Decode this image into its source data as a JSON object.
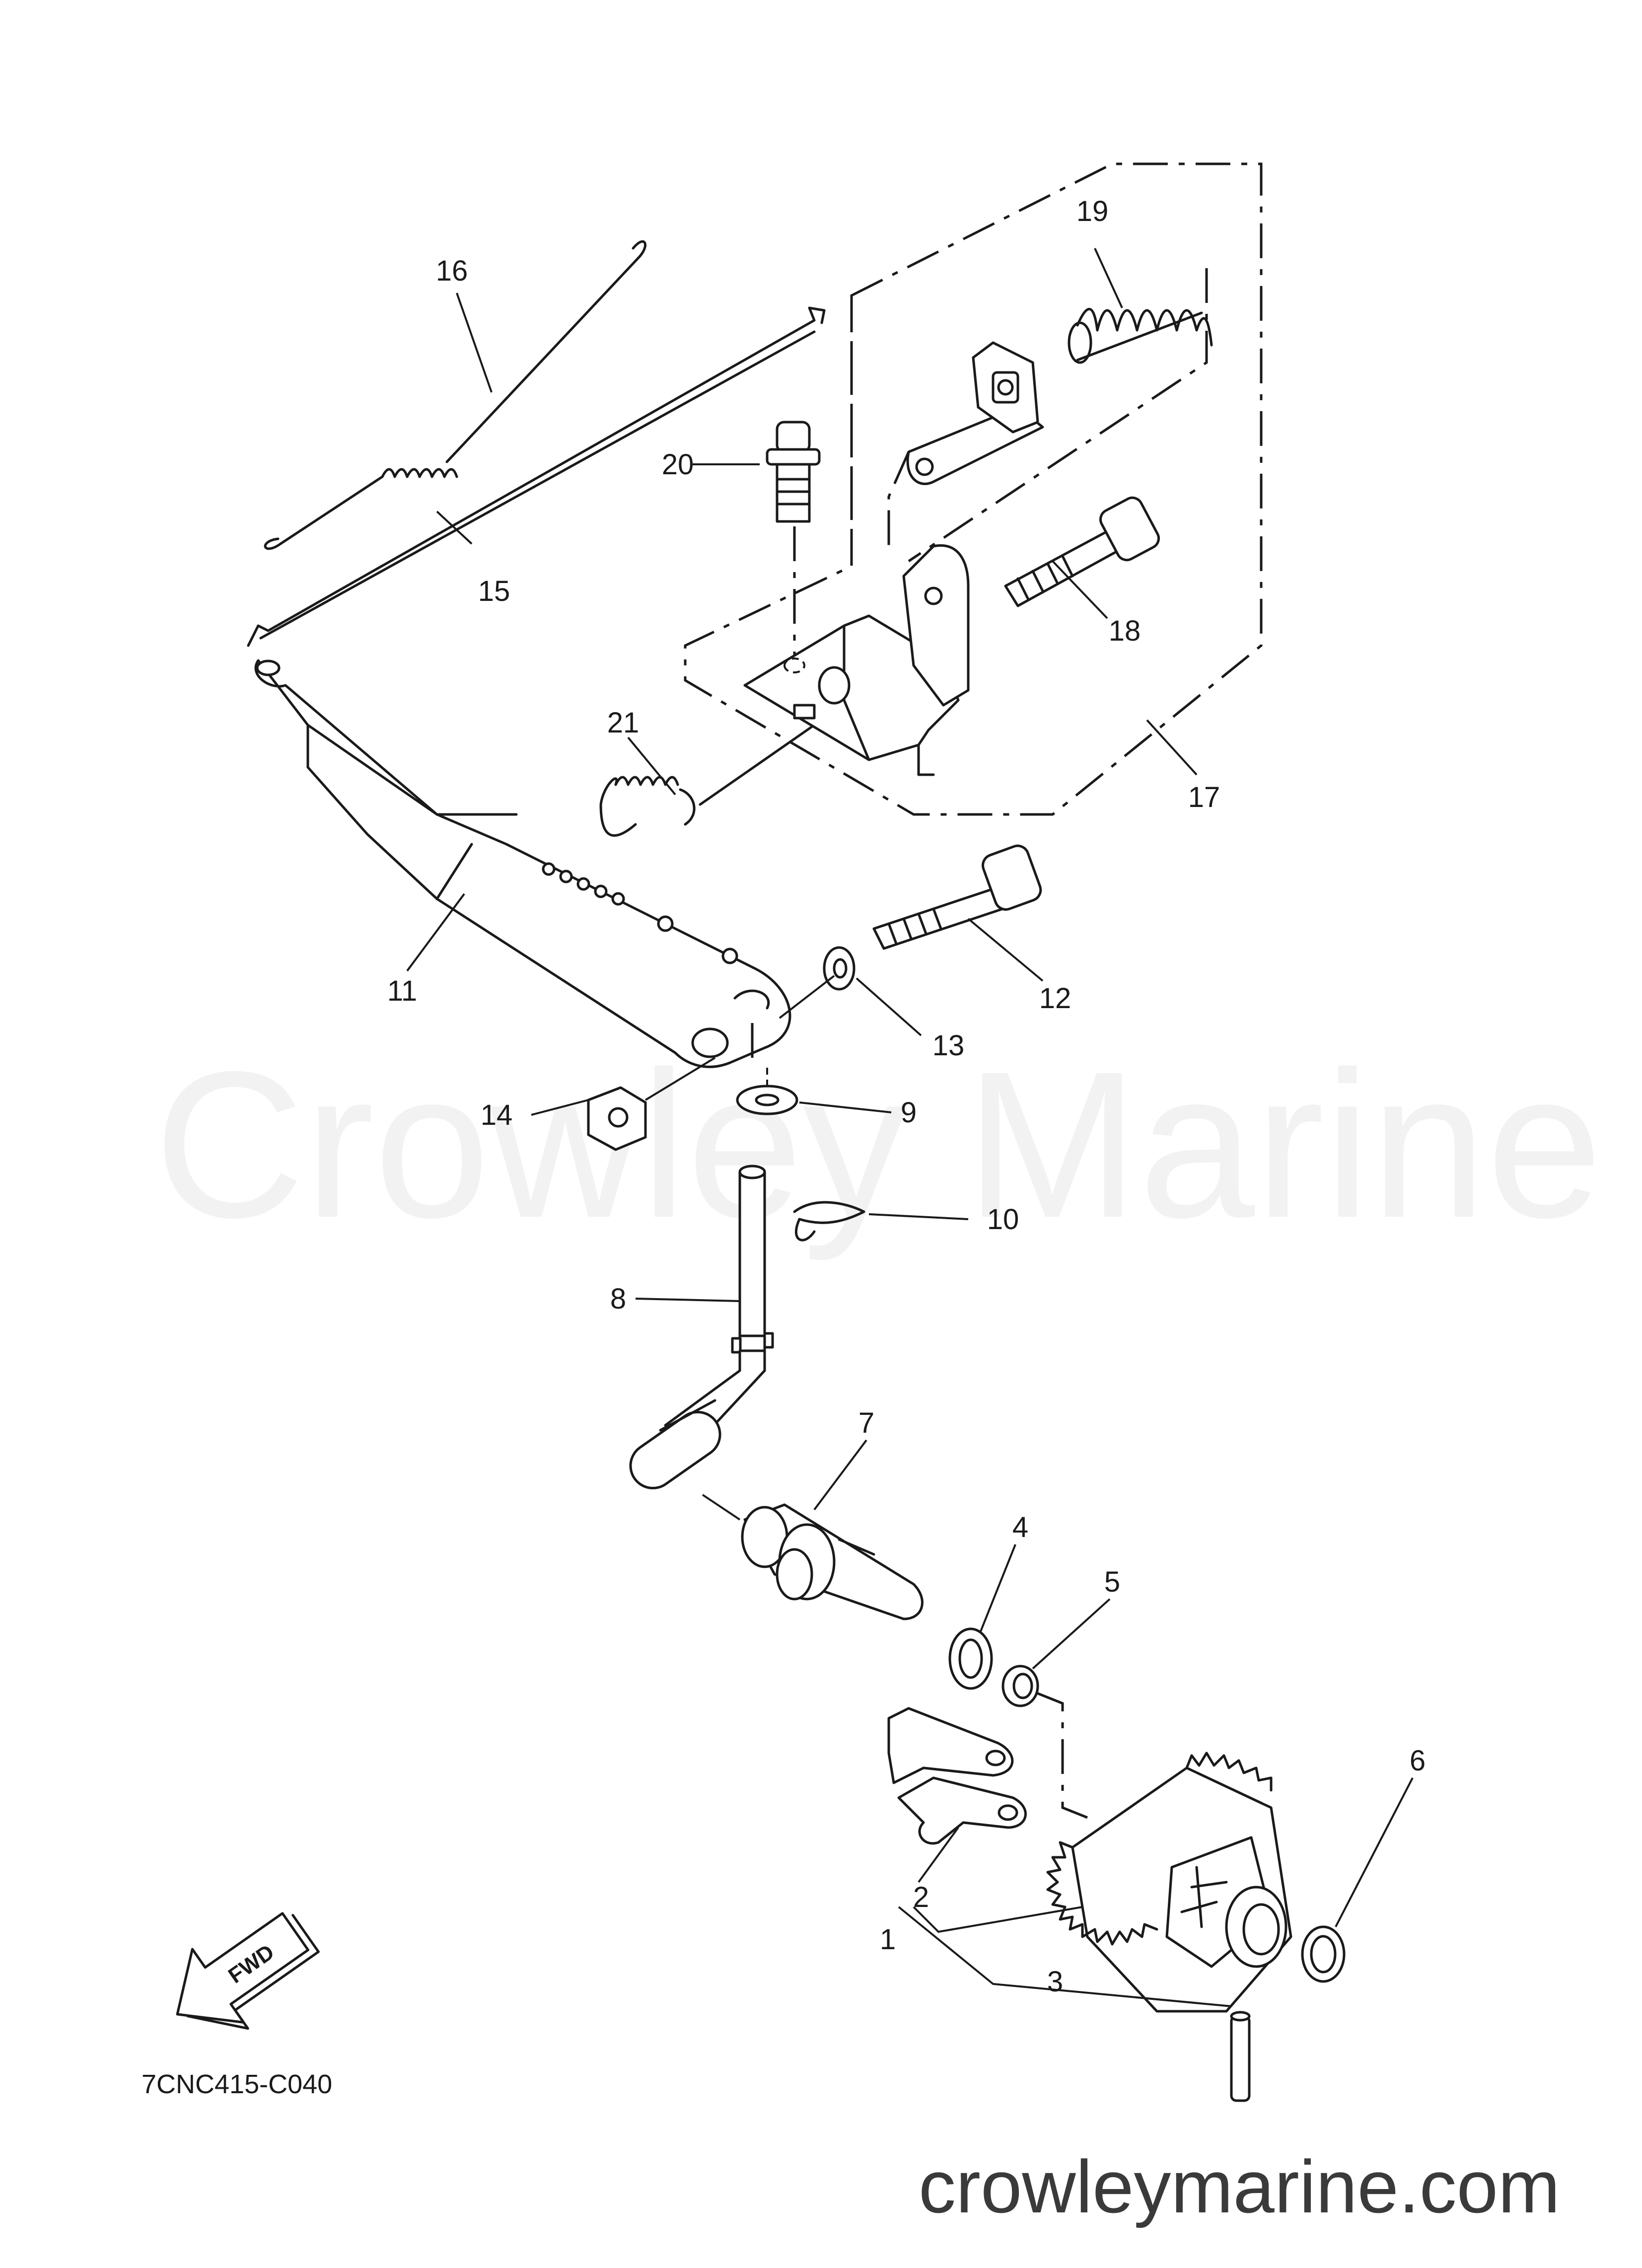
{
  "diagram": {
    "callouts": [
      "1",
      "2",
      "3",
      "4",
      "5",
      "6",
      "7",
      "8",
      "9",
      "10",
      "11",
      "12",
      "13",
      "14",
      "15",
      "16",
      "17",
      "18",
      "19",
      "20",
      "21"
    ],
    "fwd_label": "FWD",
    "part_code": "7CNC415-C040"
  },
  "watermark": {
    "text": "Crowley Marine",
    "site": "crowleymarine.com"
  }
}
